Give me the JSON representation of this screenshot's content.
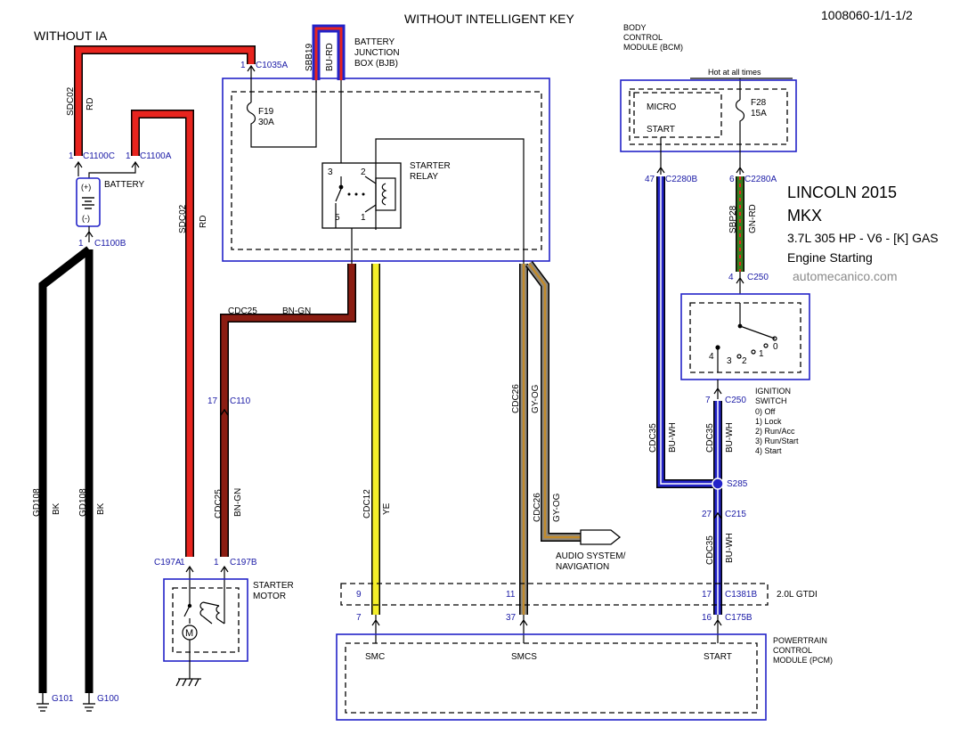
{
  "header": {
    "doc_id": "1008060-1/1-1/2",
    "without_ia": "WITHOUT IA",
    "without_key": "WITHOUT INTELLIGENT KEY"
  },
  "vehicle": {
    "make_year": "LINCOLN 2015",
    "model": "MKX",
    "engine": "3.7L 305 HP - V6 - [K] GAS",
    "system": "Engine Starting",
    "watermark": "automecanico.com"
  },
  "bjb": {
    "label_line1": "BATTERY",
    "label_line2": "JUNCTION",
    "label_line3": "BOX (BJB)",
    "fuse_name": "F19",
    "fuse_rating": "30A",
    "relay_line1": "STARTER",
    "relay_line2": "RELAY",
    "relay_pin3": "3",
    "relay_pin2": "2",
    "relay_pin5": "5",
    "relay_pin1": "1",
    "conn_c1035a": "C1035A",
    "pin_c1035a": "1",
    "sbb19": "SBB19",
    "bu_rd": "BU-RD"
  },
  "bcm": {
    "label_line1": "BODY",
    "label_line2": "CONTROL",
    "label_line3": "MODULE (BCM)",
    "hot": "Hot at all times",
    "micro": "MICRO",
    "start": "START",
    "fuse_name": "F28",
    "fuse_rating": "15A",
    "conn_c2280b": "C2280B",
    "pin_c2280b": "47",
    "conn_c2280a": "C2280A",
    "pin_c2280a": "6"
  },
  "battery": {
    "label": "BATTERY",
    "plus": "(+)",
    "minus": "(-)",
    "conn_c1100c": "C1100C",
    "pin_c1100c": "1",
    "conn_c1100a": "C1100A",
    "pin_c1100a": "1",
    "conn_c1100b": "C1100B",
    "pin_c1100b": "1"
  },
  "wires": {
    "sdc02": "SDC02",
    "rd": "RD",
    "cdc25": "CDC25",
    "bn_gn": "BN-GN",
    "gd108": "GD108",
    "bk": "BK",
    "cdc12": "CDC12",
    "ye": "YE",
    "cdc26": "CDC26",
    "gy_og": "GY-OG",
    "sbp28": "SBP28",
    "gn_rd": "GN-RD",
    "cdc35": "CDC35",
    "bu_wh": "BU-WH"
  },
  "grounds": {
    "g101": "G101",
    "g100": "G100"
  },
  "connectors": {
    "c110": "C110",
    "pin_c110": "17",
    "c197a": "C197A",
    "pin_c197a": "1",
    "c197b": "C197B",
    "pin_c197b": "1",
    "c250_top": "C250",
    "pin_c250_top": "4",
    "c250_bot": "C250",
    "pin_c250_bot": "7",
    "s285": "S285",
    "c215": "C215",
    "pin_c215": "27",
    "c1381b": "C1381B",
    "pin_c1381b_9": "9",
    "pin_c1381b_11": "11",
    "pin_c1381b_17": "17",
    "gtdi": "2.0L GTDI",
    "c175b": "C175B",
    "pin_c175b_7": "7",
    "pin_c175b_37": "37",
    "pin_c175b_16": "16"
  },
  "starter_motor": {
    "label_line1": "STARTER",
    "label_line2": "MOTOR"
  },
  "audio": {
    "label_line1": "AUDIO SYSTEM/",
    "label_line2": "NAVIGATION"
  },
  "ignition": {
    "title_line1": "IGNITION",
    "title_line2": "SWITCH",
    "pos0": "0) Off",
    "pos1": "1) Lock",
    "pos2": "2) Run/Acc",
    "pos3": "3) Run/Start",
    "pos4": "4) Start",
    "n0": "0",
    "n1": "1",
    "n2": "2",
    "n3": "3",
    "n4": "4"
  },
  "pcm": {
    "label_line1": "POWERTRAIN",
    "label_line2": "CONTROL",
    "label_line3": "MODULE (PCM)",
    "smc": "SMC",
    "smcs": "SMCS",
    "start": "START"
  },
  "colors": {
    "red": "#e8241e",
    "brown": "#8b1d12",
    "black": "#000000",
    "yellow": "#f4ef2a",
    "gray_orange": "#c28a2a",
    "blue": "#2323c8",
    "green": "#3a7d1e"
  }
}
